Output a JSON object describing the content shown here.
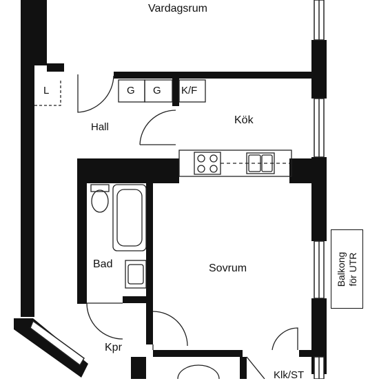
{
  "rooms": {
    "living": "Vardagsrum",
    "hall": "Hall",
    "kitchen": "Kök",
    "bath": "Bad",
    "bedroom": "Sovrum",
    "closet": "Kpr",
    "storage": "Klk/ST"
  },
  "storage_tags": {
    "linen": "L",
    "wardrobe_1": "G",
    "wardrobe_2": "G",
    "fridge_freezer": "K/F"
  },
  "balcony": {
    "line1": "Balkong",
    "line2": "för UTR"
  },
  "colors": {
    "wall": "#111111",
    "line": "#222222",
    "background": "#ffffff"
  }
}
